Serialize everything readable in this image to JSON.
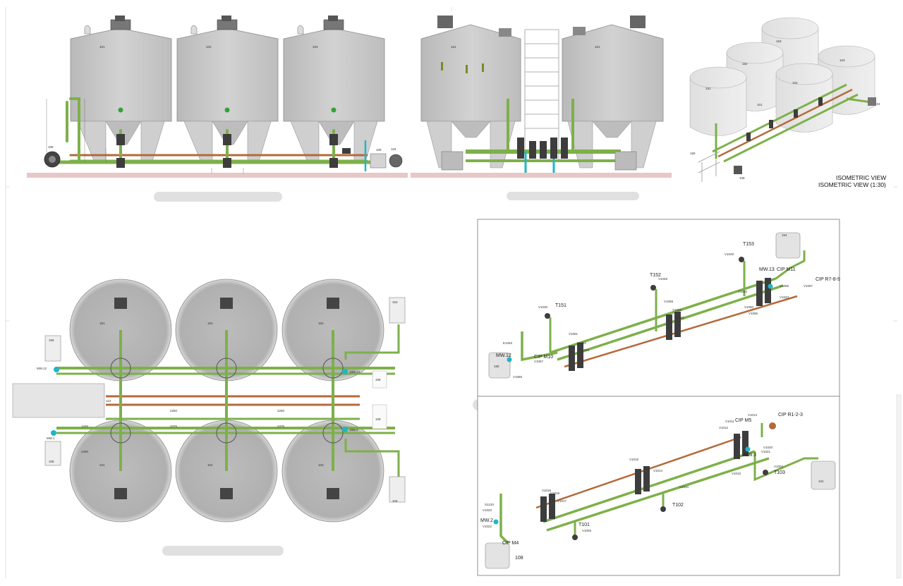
{
  "elevation_left": {
    "tanks": [
      "101",
      "102",
      "103"
    ],
    "equipment": [
      "108",
      "109",
      "104"
    ]
  },
  "elevation_right": {
    "tanks": [
      "151",
      "101"
    ]
  },
  "isometric": {
    "tanks": [
      "151",
      "152",
      "153",
      "101",
      "102",
      "103"
    ],
    "equipment": [
      "158",
      "108",
      "104"
    ],
    "caption_top": "ISOMETRIC VIEW",
    "caption": "ISOMETRIC VIEW (1:30)"
  },
  "plan": {
    "tanks_top": [
      "151",
      "152",
      "153"
    ],
    "tanks_bottom": [
      "101",
      "102",
      "103"
    ],
    "platform": "113",
    "equipment": [
      "154",
      "158",
      "159",
      "109",
      "104",
      "108"
    ],
    "stations": [
      "MW.12",
      "MW.13",
      "MW.3",
      "MW.1"
    ],
    "dimensions": [
      "2250",
      "2250",
      "2375",
      "2375",
      "1245",
      "1290"
    ]
  },
  "iso_detail_top": {
    "tank_tees": [
      "T151",
      "T152",
      "T153"
    ],
    "cip": [
      "CIP M10",
      "CIP M11",
      "CIP R7-8-9"
    ],
    "stations": [
      "MW.12",
      "MW.13"
    ],
    "equipment": [
      "158",
      "154"
    ],
    "valves": [
      "V1030",
      "V1061",
      "V1062",
      "V1063",
      "V1067",
      "V1066",
      "V1048",
      "V1058",
      "V1059",
      "V1060",
      "V1049",
      "V1064",
      "V1065",
      "V1023",
      "V1050",
      "V1057",
      "V1056",
      "E1263"
    ]
  },
  "iso_detail_bottom": {
    "tank_tees": [
      "T101",
      "T102",
      "T103"
    ],
    "cip": [
      "CIP M4",
      "CIP M5",
      "CIP R1-2-3"
    ],
    "stations": [
      "MW.2",
      "MW.3"
    ],
    "equipment": [
      "108",
      "104"
    ],
    "valves": [
      "S1210",
      "V1023",
      "V1022",
      "V1016",
      "V1018",
      "V1017",
      "V1006",
      "V1015",
      "V1014",
      "V1034",
      "V1011",
      "V1012",
      "V1013",
      "V1020",
      "V1021",
      "V1010",
      "V1002"
    ]
  },
  "colors": {
    "tank_fill": "#c9c9c9",
    "tank_stroke": "#8a8a8a",
    "pipe_green": "#7db04a",
    "pipe_copper": "#b46a3a",
    "floor_pink": "#e8c7c7",
    "valve_dark": "#3d3d3d",
    "accent_cyan": "#21b5c8"
  }
}
